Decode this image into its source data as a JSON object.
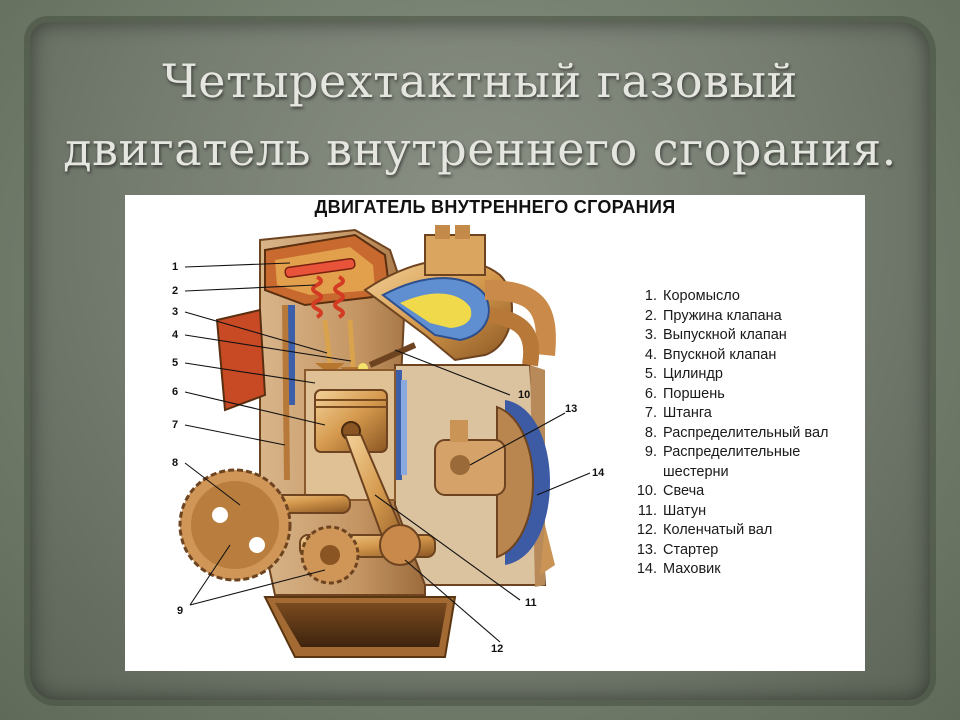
{
  "slide": {
    "title_line1": "Четырехтактный газовый",
    "title_line2": "двигатель внутреннего сгорания."
  },
  "figure": {
    "heading": "ДВИГАТЕЛЬ ВНУТРЕННЕГО СГОРАНИЯ",
    "legend": [
      {
        "num": "1.",
        "text": "Коромысло"
      },
      {
        "num": "2.",
        "text": "Пружина клапана"
      },
      {
        "num": "3.",
        "text": "Выпускной клапан"
      },
      {
        "num": "4.",
        "text": "Впускной клапан"
      },
      {
        "num": "5.",
        "text": "Цилиндр"
      },
      {
        "num": "6.",
        "text": "Поршень"
      },
      {
        "num": "7.",
        "text": "Штанга"
      },
      {
        "num": "8.",
        "text": "Распределительный вал"
      },
      {
        "num": "9.",
        "text": "Распределительные шестерни"
      },
      {
        "num": "10.",
        "text": "Свеча"
      },
      {
        "num": "11.",
        "text": "Шатун"
      },
      {
        "num": "12.",
        "text": "Коленчатый вал"
      },
      {
        "num": "13.",
        "text": "Стартер"
      },
      {
        "num": "14.",
        "text": "Маховик"
      }
    ],
    "callouts": [
      "1",
      "2",
      "3",
      "4",
      "5",
      "6",
      "7",
      "8",
      "9",
      "10",
      "11",
      "12",
      "13",
      "14"
    ]
  }
}
